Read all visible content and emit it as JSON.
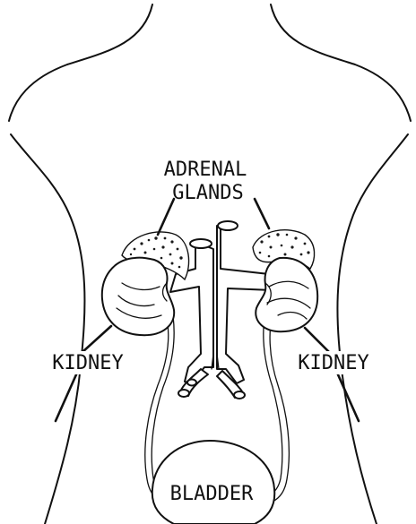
{
  "labels": {
    "adrenal_line1": "ADRENAL",
    "adrenal_line2": "GLANDS",
    "kidney_left": "KIDNEY",
    "kidney_right": "KIDNEY",
    "bladder": "BLADDER"
  },
  "colors": {
    "ink": "#111111",
    "background": "#ffffff"
  }
}
